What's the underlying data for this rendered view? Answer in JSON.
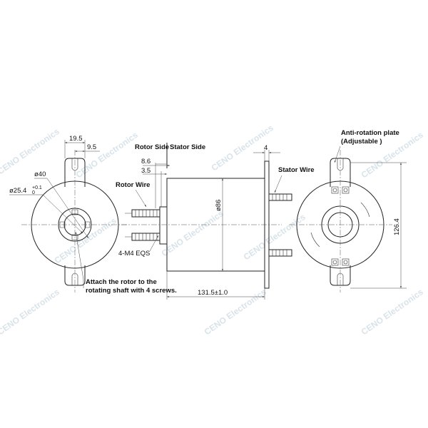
{
  "watermark": "CENO Electronics",
  "labels": {
    "rotor_side": "Rotor Side",
    "stator_side": "Stator Side",
    "rotor_wire": "Rotor Wire",
    "stator_wire": "Stator Wire",
    "anti_rotation_line1": "Anti-rotation plate",
    "anti_rotation_line2": "(Adjustable )",
    "attach_line1": "Attach the rotor to the",
    "attach_line2": "rotating shaft with 4 screws."
  },
  "dimensions": {
    "d19_5": "19.5",
    "d9_5": "9.5",
    "d40": "ø40",
    "d25_4": "ø25.4",
    "d25_4_tol_upper": "+0.1",
    "d25_4_tol_lower": "0",
    "d8_6": "8.6",
    "d3_5": "3.5",
    "d86": "ø86",
    "screws": "4-M4 EQS",
    "d4": "4",
    "d126_4": "126.4",
    "length": "131.5±1.0"
  },
  "colors": {
    "line": "#222222",
    "watermark": "#b9cdd8"
  }
}
